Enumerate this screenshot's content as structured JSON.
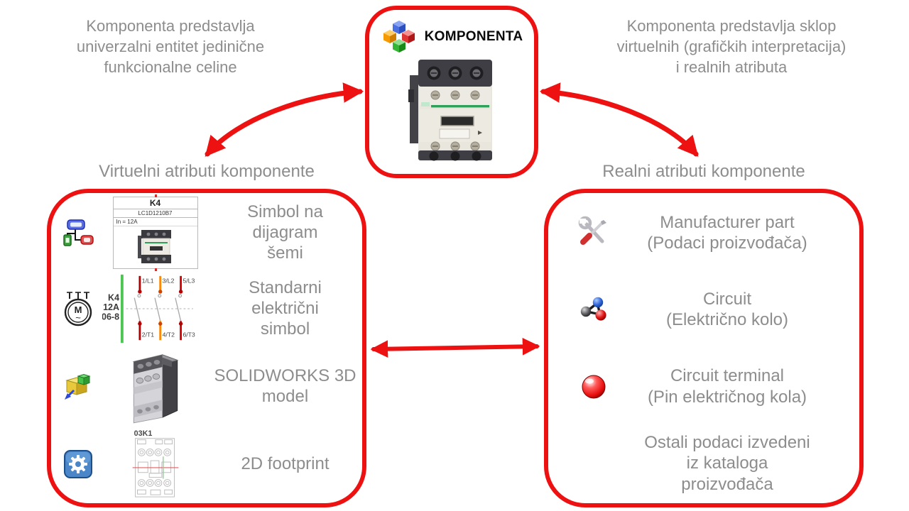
{
  "colors": {
    "accent_red": "#ee1111",
    "text_gray": "#8d8d8d",
    "title_black": "#0a0a0a",
    "symbol_green": "#4ec455"
  },
  "notes": {
    "left": [
      "Komponenta predstavlja",
      "univerzalni entitet jedinične",
      "funkcionalne celine"
    ],
    "right": [
      "Komponenta predstavlja sklop",
      "virtuelnih (grafičkih interpretacija)",
      "i realnih atributa"
    ]
  },
  "center_box": {
    "title": "KOMPONENTA",
    "icon": "colored-cubes-icon",
    "image": "schneider-contactor-photo"
  },
  "left_section": {
    "header": "Virtuelni atributi komponente",
    "items": [
      {
        "icon": "diagram-hierarchy-icon",
        "label_lines": [
          "Simbol na dijagram",
          "šemi"
        ]
      },
      {
        "icon": "motor-symbol-icon",
        "label_lines": [
          "Standarni električni",
          "simbol"
        ]
      },
      {
        "icon": "solidworks-icon",
        "label_lines": [
          "SOLIDWORKS 3D",
          "model"
        ]
      },
      {
        "icon": "gear-icon",
        "label_lines": [
          "2D footprint"
        ]
      }
    ],
    "symbol_table": {
      "ref": "K4",
      "part": "LC1D1210B7",
      "rating": "In = 12A"
    },
    "electrical_symbol": {
      "ref": "K4",
      "rating": "12A",
      "location": "06-8",
      "top_terminals": [
        "1/L1",
        "3/L2",
        "5/L3"
      ],
      "bottom_terminals": [
        "2/T1",
        "4/T2",
        "6/T3"
      ]
    },
    "footprint_label": "03K1"
  },
  "right_section": {
    "header": "Realni atributi komponente",
    "items": [
      {
        "icon": "tools-icon",
        "label_lines": [
          "Manufacturer part",
          "(Podaci proizvođača)"
        ]
      },
      {
        "icon": "molecule-icon",
        "label_lines": [
          "Circuit",
          "(Električno kolo)"
        ]
      },
      {
        "icon": "red-sphere-icon",
        "label_lines": [
          "Circuit terminal",
          "(Pin električnog kola)"
        ]
      },
      {
        "icon": "",
        "label_lines": [
          "Ostali podaci izvedeni",
          "iz kataloga",
          "proizvođača"
        ]
      }
    ]
  }
}
